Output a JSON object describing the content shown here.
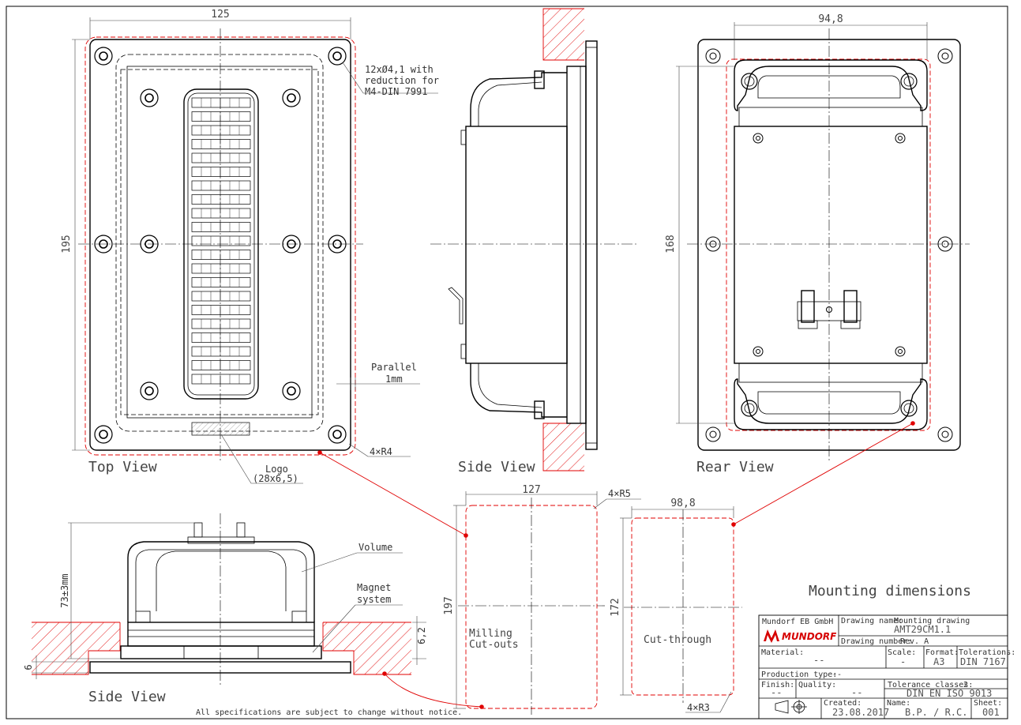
{
  "dims": {
    "top_width": "125",
    "top_height": "195",
    "rear_width": "94,8",
    "rear_height": "168",
    "cut_width": "127",
    "cut_height": "197",
    "cut_radius": "4×R5",
    "through_width": "98,8",
    "through_height": "172",
    "through_radius": "4×R3",
    "corner_radius": "4×R4",
    "side_height": "73±3mm",
    "flange_thk": "6",
    "recess": "6,2"
  },
  "notes": {
    "holes_line1": "12xØ4,1 with",
    "holes_line2": "reduction for",
    "holes_line3": "M4-DIN 7991",
    "parallel_line1": "Parallel",
    "parallel_line2": "1mm",
    "logo_line1": "Logo",
    "logo_line2": "(28x6,5)",
    "volume": "Volume",
    "magnet_line1": "Magnet",
    "magnet_line2": "system",
    "milling_line1": "Milling",
    "milling_line2": "Cut-outs",
    "cut_through": "Cut-through",
    "mounting": "Mounting dimensions",
    "disclaimer": "All specifications are subject to change without notice."
  },
  "views": {
    "top": "Top View",
    "side": "Side View",
    "rear": "Rear View",
    "side2": "Side View"
  },
  "title_block": {
    "company": "Mundorf EB GmbH",
    "logo": "MUNDORF",
    "drawing_name_label": "Drawing name:",
    "drawing_name": "Mounting drawing",
    "drawing_title": "AMT29CM1.1",
    "drawing_number_label": "Drawing number:",
    "rev": "Rev. A",
    "material_label": "Material:",
    "material": "--",
    "scale_label": "Scale:",
    "scale": "-",
    "format_label": "Format:",
    "format": "A3",
    "tolerations_label": "Tolerations:",
    "tolerations": "DIN 7167",
    "production_label": "Production type:",
    "production": "--",
    "tol_classes_label": "Tolerance classes:",
    "tol_classes": "2",
    "tol_std": "DIN EN ISO 9013",
    "finish_label": "Finish:",
    "finish": "--",
    "quality_label": "Quality:",
    "quality": "--",
    "created_label": "Created:",
    "created": "23.08.2017",
    "name_label": "Name:",
    "name": "B.P. / R.C.",
    "sheet_label": "Sheet:",
    "sheet": "001"
  }
}
